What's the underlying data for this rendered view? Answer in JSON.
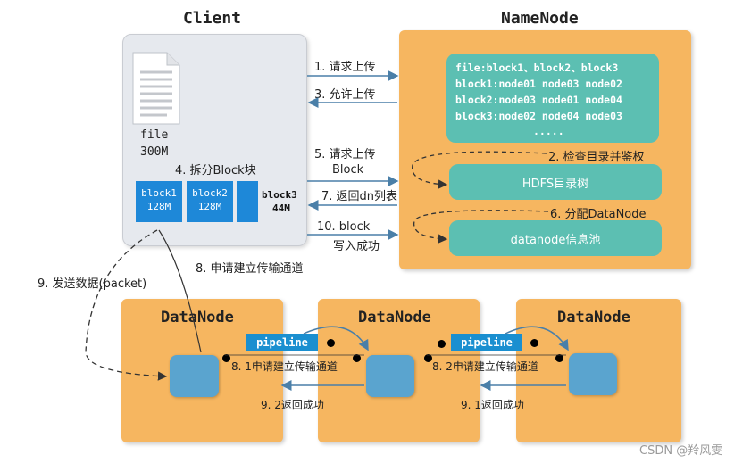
{
  "client": {
    "title": "Client",
    "file_label": "file",
    "file_size": "300M",
    "split_label": "4. 拆分Block块",
    "blocks": [
      {
        "name": "block1",
        "size": "128M"
      },
      {
        "name": "block2",
        "size": "128M"
      },
      {
        "name": "block3",
        "size": "44M"
      }
    ]
  },
  "namenode": {
    "title": "NameNode",
    "metadata": [
      "file:block1、block2、block3",
      "block1:node01 node03 node02",
      "block2:node03 node01 node04",
      "block3:node02 node04 node03",
      "....."
    ],
    "hdfs_tree": "HDFS目录树",
    "datanode_pool": "datanode信息池",
    "step2": "2. 检查目录并鉴权",
    "step6": "6. 分配DataNode"
  },
  "arrows": {
    "step1": "1. 请求上传",
    "step3": "3. 允许上传",
    "step5_line1": "5. 请求上传",
    "step5_line2": "Block",
    "step7": "7. 返回dn列表",
    "step10_line1": "10. block",
    "step10_line2": "写入成功",
    "step8": "8. 申请建立传输通道",
    "step9": "9. 发送数据(packet)"
  },
  "datanodes": [
    {
      "title": "DataNode"
    },
    {
      "title": "DataNode"
    },
    {
      "title": "DataNode"
    }
  ],
  "pipeline": {
    "label1": "pipeline",
    "label2": "pipeline",
    "step8_1": "8. 1申请建立传输通道",
    "step8_2": "8. 2申请建立传输通道",
    "step9_2": "9. 2返回成功",
    "step9_1": "9. 1返回成功"
  },
  "watermark": "CSDN @羚风雯",
  "colors": {
    "orange": "#f6b660",
    "teal": "#5cbfb2",
    "blue": "#1e88d8",
    "arrow": "#4a7fa8"
  }
}
